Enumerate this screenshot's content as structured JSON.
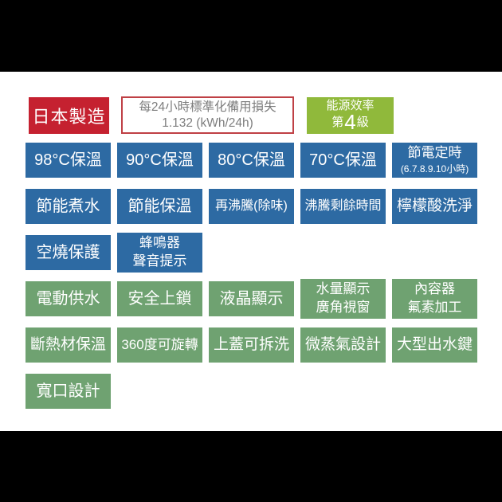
{
  "colors": {
    "red": "#c52130",
    "blue": "#2d6aa3",
    "lime": "#90b93b",
    "green": "#6fa271",
    "box_border": "#bf4045",
    "box_text": "#7d7d7d",
    "panel_bg": "#ffffff",
    "letterbox_bg": "#000000",
    "chip_text": "#ffffff"
  },
  "header": {
    "made_in_japan": "日本製造",
    "standby_loss": {
      "line1": "每24小時標準化備用損失",
      "line2": "1.132 (kWh/24h)"
    },
    "energy": {
      "title": "能源效率",
      "prefix": "第",
      "level": "4",
      "suffix": "級"
    }
  },
  "grid": {
    "rows": [
      {
        "style": "blue",
        "items": [
          {
            "lines": [
              "98°C保溫"
            ]
          },
          {
            "lines": [
              "90°C保溫"
            ]
          },
          {
            "lines": [
              "80°C保溫"
            ]
          },
          {
            "lines": [
              "70°C保溫"
            ]
          },
          {
            "lines": [
              "節電定時",
              "(6.7.8.9.10小時)"
            ]
          }
        ]
      },
      {
        "style": "blue",
        "items": [
          {
            "lines": [
              "節能煮水"
            ]
          },
          {
            "lines": [
              "節能保溫"
            ]
          },
          {
            "lines": [
              "再沸騰(除味)"
            ]
          },
          {
            "lines": [
              "沸騰剩餘時間"
            ]
          },
          {
            "lines": [
              "檸檬酸洗淨"
            ]
          }
        ]
      },
      {
        "style": "blue",
        "items": [
          {
            "lines": [
              "空燒保護"
            ]
          },
          {
            "lines": [
              "蜂鳴器",
              "聲音提示"
            ]
          }
        ]
      },
      {
        "style": "green",
        "items": [
          {
            "lines": [
              "電動供水"
            ]
          },
          {
            "lines": [
              "安全上鎖"
            ]
          },
          {
            "lines": [
              "液晶顯示"
            ]
          },
          {
            "lines": [
              "水量顯示",
              "廣角視窗"
            ]
          },
          {
            "lines": [
              "內容器",
              "氟素加工"
            ]
          }
        ]
      },
      {
        "style": "green",
        "items": [
          {
            "lines": [
              "斷熱材保溫"
            ]
          },
          {
            "lines": [
              "360度可旋轉"
            ]
          },
          {
            "lines": [
              "上蓋可拆洗"
            ]
          },
          {
            "lines": [
              "微蒸氣設計"
            ]
          },
          {
            "lines": [
              "大型出水鍵"
            ]
          }
        ]
      },
      {
        "style": "green",
        "items": [
          {
            "lines": [
              "寬口設計"
            ]
          }
        ]
      }
    ]
  }
}
